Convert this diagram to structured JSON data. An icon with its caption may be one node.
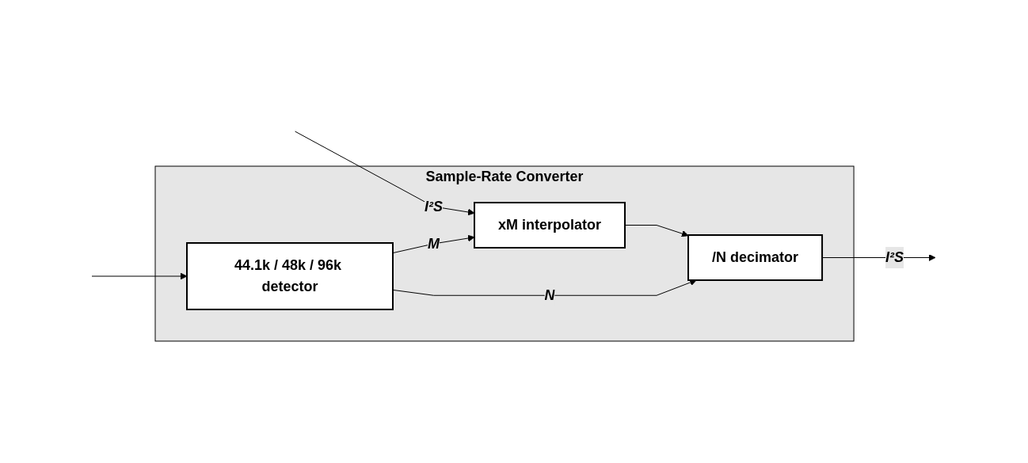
{
  "diagram": {
    "nodes": [
      {
        "text": [
          "Sample-Rate Converter"
        ]
      },
      {
        "text": [
          "xM interpolator"
        ],
        "in": 0
      },
      {
        "text": [
          "/N decimator"
        ],
        "in": 0
      },
      {
        "text": [
          "44.1k / 48k / 96k detector"
        ],
        "in": 0
      }
    ],
    "edges": [
      {
        "from": null,
        "to": 1,
        "arrow": "to",
        "label": "I²S"
      },
      {
        "from": null,
        "to": 3,
        "arrow": "to"
      },
      {
        "from": 1,
        "to": 2,
        "arrow": "to"
      },
      {
        "from": 2,
        "to": null,
        "arrow": "to",
        "label": "I²S"
      },
      {
        "from": 3,
        "to": 1,
        "arrow": "to",
        "label": "M"
      },
      {
        "from": 3,
        "to": 2,
        "arrow": "to",
        "label": "N"
      }
    ]
  }
}
